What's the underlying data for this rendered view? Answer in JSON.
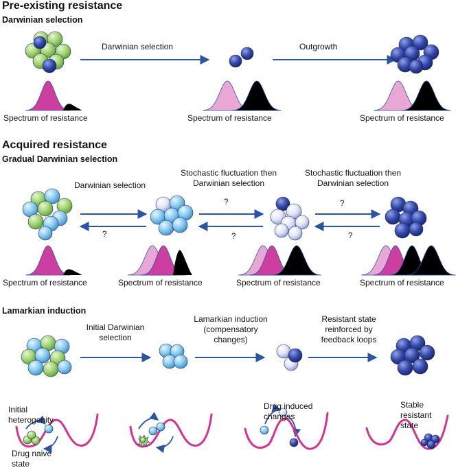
{
  "sections": {
    "preexisting": {
      "title": "Pre-existing resistance",
      "subtitle": "Darwinian selection",
      "arrow1": "Darwinian selection",
      "arrow2": "Outgrowth",
      "spectrum": [
        "Spectrum of resistance",
        "Spectrum of resistance",
        "Spectrum of resistance"
      ]
    },
    "acquired": {
      "title": "Acquired resistance",
      "subtitle": "Gradual Darwinian selection",
      "arrow1": "Darwinian selection",
      "arrow2_line1": "Stochastic fluctuation then",
      "arrow2_line2": "Darwinian selection",
      "arrow3_line1": "Stochastic fluctuation then",
      "arrow3_line2": "Darwinian selection",
      "question": [
        "?",
        "?",
        "?",
        "?",
        "?"
      ],
      "spectrum": [
        "Spectrum of resistance",
        "Spectrum of resistance",
        "Spectrum of resistance",
        "Spectrum of resistance"
      ]
    },
    "lamarkian": {
      "subtitle": "Lamarkian induction",
      "arrow1_line1": "Initial Darwinian",
      "arrow1_line2": "selection",
      "arrow2_line1": "Lamarkian induction",
      "arrow2_line2": "(compensatory",
      "arrow2_line3": "changes)",
      "arrow3_line1": "Resistant state",
      "arrow3_line2": "reinforced by",
      "arrow3_line3": "feedback loops",
      "initial_line1": "Initial",
      "initial_line2": "heterogenity",
      "naive_line1": "Drug naive",
      "naive_line2": "state",
      "induced_line1": "Drug induced",
      "induced_line2": "changes",
      "stable_line1": "Stable",
      "stable_line2": "resistant",
      "stable_line3": "state"
    }
  },
  "colors": {
    "arrow": "#2b54a3",
    "sensitive_cell": "#9fd36f",
    "intermediate_cell": "#86c8ee",
    "pale_cell": "#dfe4f7",
    "resistant_cell": "#3548a8",
    "curve_magenta": "#cc3fa0",
    "curve_pink": "#e8a7d4",
    "curve_black": "#000000",
    "landscape": "#d7318f"
  }
}
